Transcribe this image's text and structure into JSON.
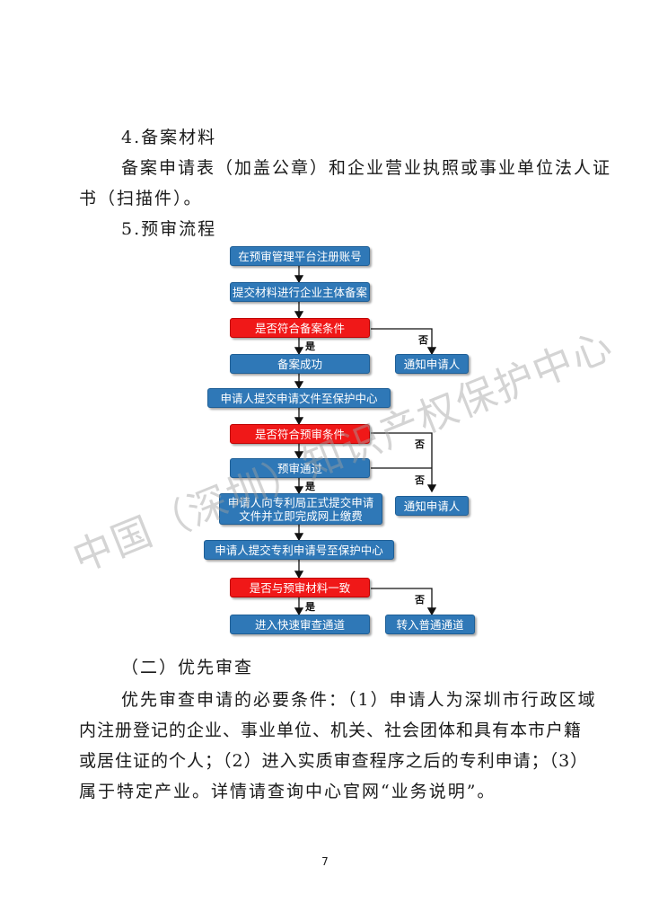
{
  "section4": {
    "heading": "4.备案材料",
    "para_line1": "备案申请表（加盖公章）和企业营业执照或事业单位法人证",
    "para_line2": "书（扫描件）。"
  },
  "section5": {
    "heading": "5.预审流程"
  },
  "flow": {
    "step1": "在预审管理平台注册账号",
    "step2": "提交材料进行企业主体备案",
    "check1": "是否符合备案条件",
    "yes1": "是",
    "no1": "否",
    "success": "备案成功",
    "notify1": "通知申请人",
    "step3": "申请人提交申请文件至保护中心",
    "check2": "是否符合预审条件",
    "no2": "否",
    "passed": "预审通过",
    "no3": "否",
    "yes2": "是",
    "notify2": "通知申请人",
    "step4_line1": "申请人向专利局正式提交申请",
    "step4_line2": "文件并立即完成网上缴费",
    "step5": "申请人提交专利申请号至保护中心",
    "check3": "是否与预审材料一致",
    "yes3": "是",
    "no4": "否",
    "fast": "进入快速审查通道",
    "normal": "转入普通通道",
    "colors": {
      "box_blue": "#2f78b7",
      "box_red": "#f01818"
    }
  },
  "section_priority": {
    "heading": "（二）优先审查",
    "para_line1": "优先审查申请的必要条件：（1）申请人为深圳市行政区域",
    "para_line2": "内注册登记的企业、事业单位、机关、社会团体和具有本市户籍",
    "para_line3": "或居住证的个人；（2）进入实质审查程序之后的专利申请；（3）",
    "para_line4": "属于特定产业。详情请查询中心官网“业务说明”。"
  },
  "watermark": "中国（深圳）知识产权保护中心",
  "page_number": "7"
}
